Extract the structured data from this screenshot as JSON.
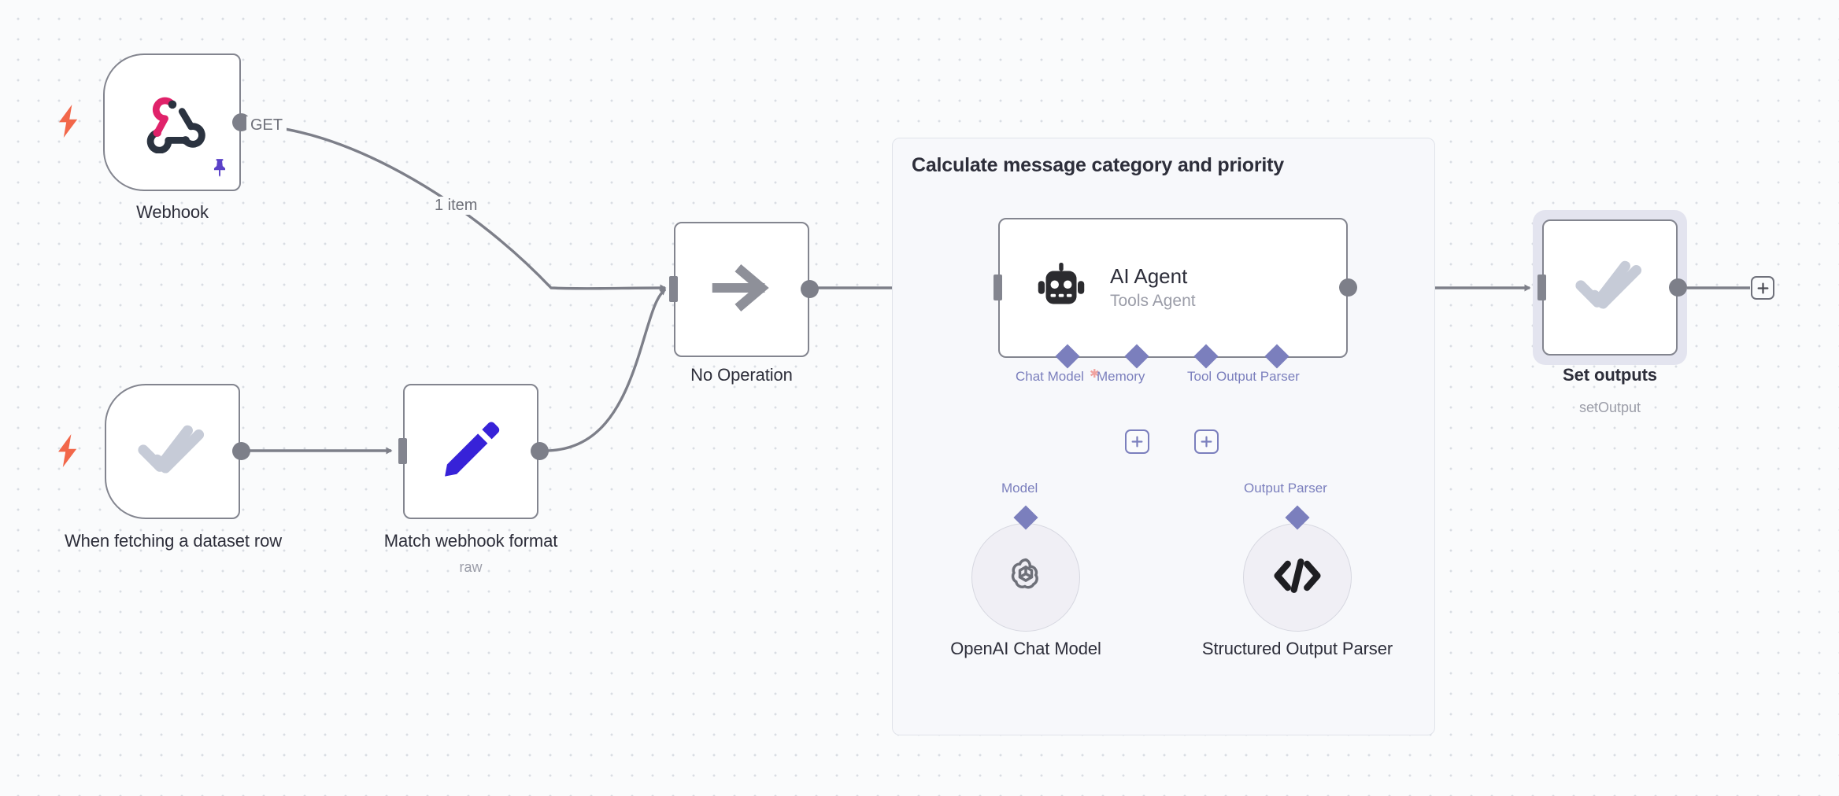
{
  "canvas": {
    "background_color": "#fafbfc",
    "grid_dot_color": "#d9dde3"
  },
  "group": {
    "title": "Calculate message category and priority",
    "background_color": "#f7f8fb",
    "border_color": "#e0e3ea"
  },
  "nodes": [
    {
      "id": "webhook",
      "caption": "Webhook",
      "subcaption": "",
      "icon": "webhook-icon",
      "selected": true,
      "pinned": true,
      "is_trigger": true,
      "border_color": "#5b42c8"
    },
    {
      "id": "when-fetching-dataset-row",
      "caption": "When fetching a dataset row",
      "subcaption": "",
      "icon": "double-check-icon",
      "selected": false,
      "pinned": false,
      "is_trigger": true,
      "border_color": "#83858f"
    },
    {
      "id": "match-webhook-format",
      "caption": "Match webhook format",
      "subcaption": "raw",
      "icon": "pencil-icon",
      "selected": false,
      "pinned": false,
      "is_trigger": false,
      "border_color": "#83858f"
    },
    {
      "id": "no-operation",
      "caption": "No Operation",
      "subcaption": "",
      "icon": "arrow-right-icon",
      "selected": false,
      "pinned": false,
      "is_trigger": false,
      "border_color": "#83858f"
    },
    {
      "id": "ai-agent",
      "caption": "AI Agent",
      "subcaption": "Tools Agent",
      "icon": "robot-icon",
      "selected": false,
      "pinned": false,
      "is_trigger": false,
      "border_color": "#83858f"
    },
    {
      "id": "set-outputs",
      "caption": "Set outputs",
      "subcaption": "setOutput",
      "icon": "double-check-icon",
      "selected": false,
      "highlighted": true,
      "pinned": false,
      "is_trigger": false,
      "border_color": "#83858f"
    },
    {
      "id": "openai-chat-model",
      "caption": "OpenAI Chat Model",
      "subcaption": "",
      "icon": "openai-icon",
      "shape": "circle",
      "port_label": "Model"
    },
    {
      "id": "structured-output-parser",
      "caption": "Structured Output Parser",
      "subcaption": "",
      "icon": "code-brackets-icon",
      "shape": "circle",
      "port_label": "Output Parser"
    }
  ],
  "agent_ports": [
    {
      "label": "Chat Model",
      "required": true
    },
    {
      "label": "Memory",
      "required": false
    },
    {
      "label": "Tool",
      "required": false
    },
    {
      "label": "Output Parser",
      "required": false
    }
  ],
  "edge_labels": {
    "webhook_method": "GET",
    "webhook_items": "1 item"
  },
  "sub_port_labels": {
    "model": "Model",
    "output_parser": "Output Parser"
  },
  "colors": {
    "accent_purple": "#5b42c8",
    "port_purple": "#7b7fbd",
    "node_border": "#83858f",
    "edge_gray": "#7d7f89",
    "trigger_orange": "#f2674a",
    "set_node_icon": "#c6cbd7",
    "pencil_blue": "#3722d8",
    "webhook_pink": "#e0226a",
    "webhook_dark": "#2b3340"
  }
}
